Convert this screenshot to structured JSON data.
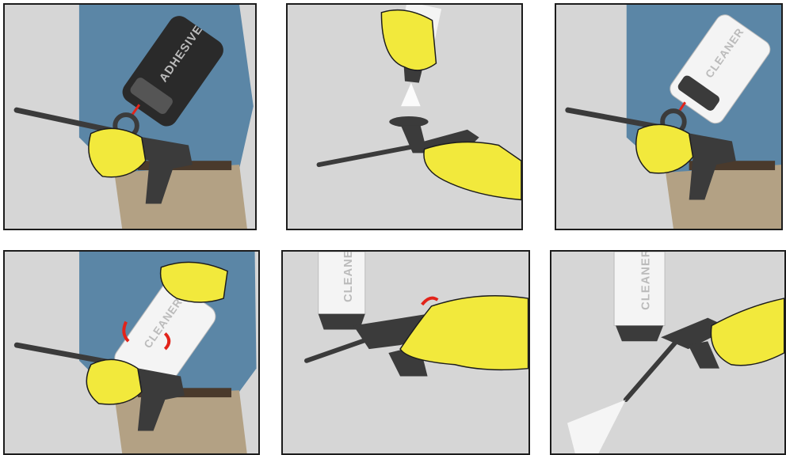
{
  "panels": [
    {
      "can_label": "ADHESIVE"
    },
    {
      "can_label": ""
    },
    {
      "can_label": "CLEANER"
    },
    {
      "can_label": "CLEANER"
    },
    {
      "can_label": "CLEANER"
    },
    {
      "can_label": "CLEANER"
    }
  ],
  "colors": {
    "background": "#d6d6d6",
    "border": "#1c1c1c",
    "shirt": "#5b86a6",
    "pants": "#b3a184",
    "glove": "#f2e93c",
    "gun": "#3b3b3b",
    "can_adhesive": "#2a2a2a",
    "can_cleaner": "#f4f4f4",
    "arrow": "#e2231a"
  },
  "icons": [
    "gun-icon",
    "glove-icon",
    "can-icon",
    "rotate-arrow-icon",
    "spray-icon"
  ]
}
